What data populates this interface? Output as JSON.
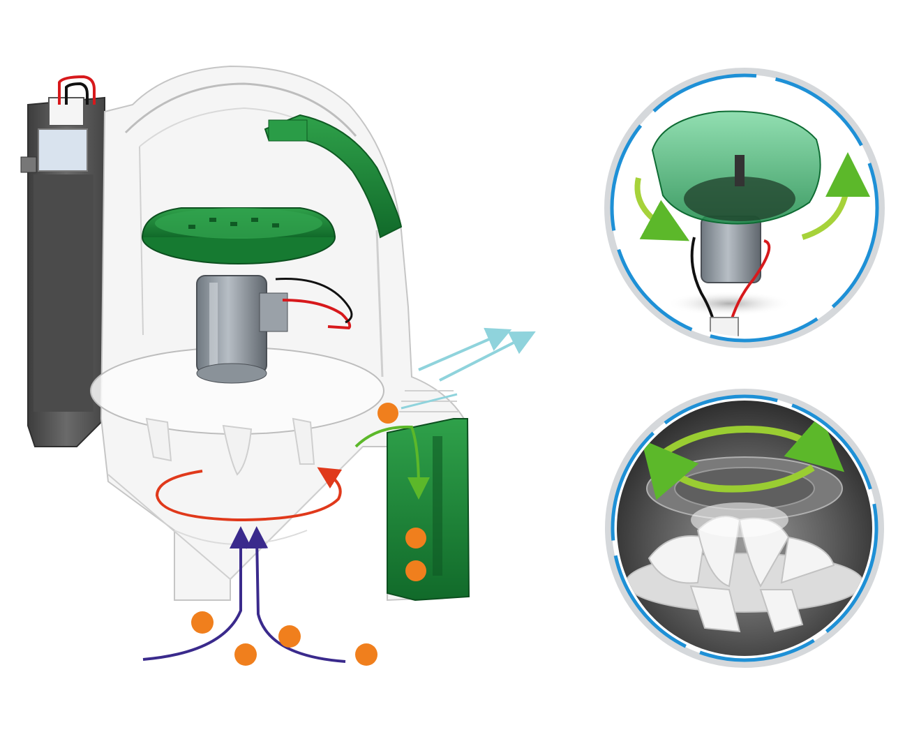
{
  "diagram": {
    "kind": "cutaway illustration of a fan-driven device with two detail insets",
    "colors": {
      "body_white": "#f4f4f4",
      "outline_gray": "#c9c9c9",
      "battery_dark": "#5e5e5e",
      "green_part": "#1f8a3b",
      "green_light": "#39b54a",
      "motor_gray": "#8b939b",
      "wire_red": "#d7191c",
      "wire_black": "#111111",
      "airflow_purple": "#3a2a8c",
      "swirl_red": "#e0391b",
      "particle_orange": "#f07f1d",
      "outflow_cyan": "#8fd3dc",
      "arrow_green": "#7bbf2a",
      "inset_ring_blue": "#1e90d6",
      "inset_ring_gray": "#d5d8db"
    },
    "visible_label_text": {
      "housing_print": [
        "",
        "",
        ""
      ],
      "battery_print": [
        "",
        ""
      ]
    },
    "icons": [
      "battery-pack",
      "top-dome",
      "green-cover-arc",
      "green-fan-disc",
      "dc-motor",
      "red-black-wires",
      "inlet-arrows",
      "swirl-arrow",
      "outflow-arrows",
      "green-collector",
      "orange-particles",
      "inset-motor",
      "inset-impeller"
    ]
  }
}
